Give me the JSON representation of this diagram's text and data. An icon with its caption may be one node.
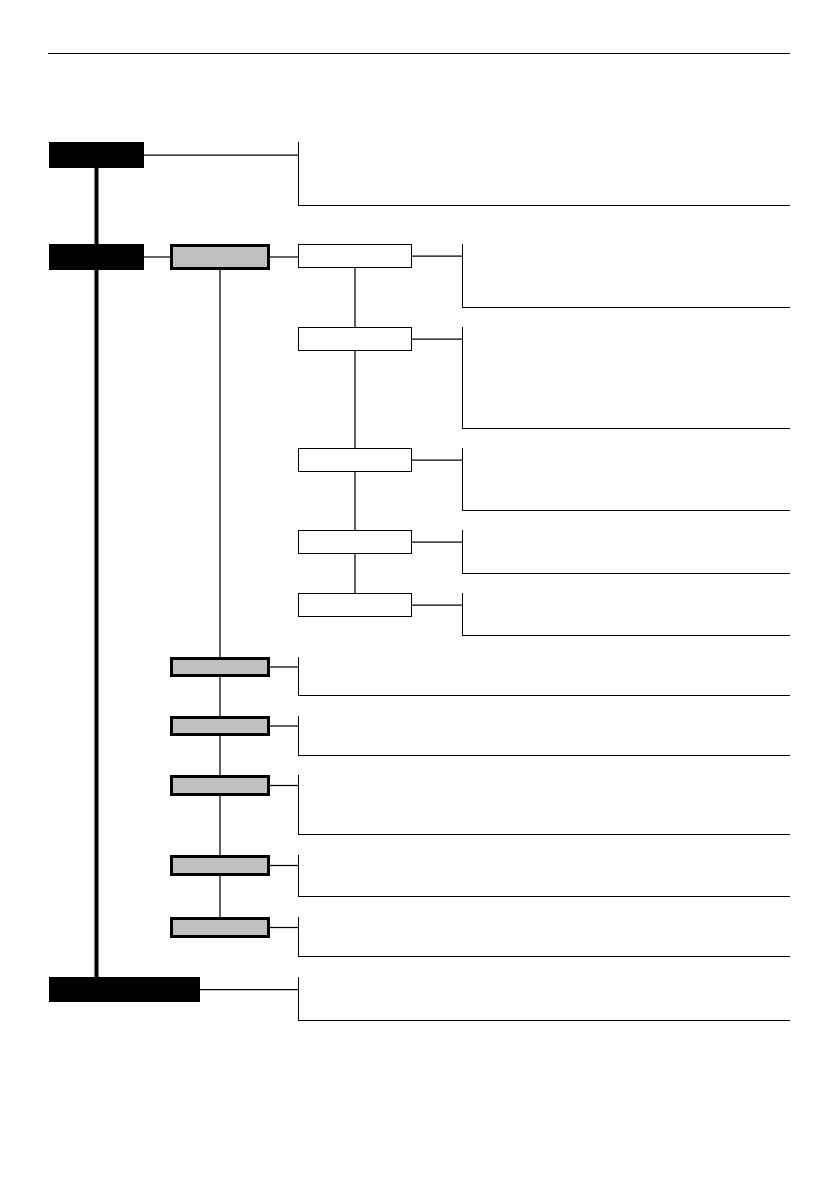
{
  "diagram": {
    "nodes": [
      {
        "text": [],
        "shape": "box"
      },
      {
        "text": [],
        "shape": "bracket"
      },
      {
        "text": [],
        "shape": "box"
      },
      {
        "text": [],
        "shape": "box"
      },
      {
        "text": [],
        "shape": "box"
      },
      {
        "text": [],
        "shape": "bracket"
      },
      {
        "text": [],
        "shape": "box"
      },
      {
        "text": [],
        "shape": "bracket"
      },
      {
        "text": [],
        "shape": "box"
      },
      {
        "text": [],
        "shape": "bracket"
      },
      {
        "text": [],
        "shape": "box"
      },
      {
        "text": [],
        "shape": "bracket"
      },
      {
        "text": [],
        "shape": "box"
      },
      {
        "text": [],
        "shape": "bracket"
      },
      {
        "text": [],
        "shape": "box"
      },
      {
        "text": [],
        "shape": "bracket"
      },
      {
        "text": [],
        "shape": "box"
      },
      {
        "text": [],
        "shape": "bracket"
      },
      {
        "text": [],
        "shape": "box"
      },
      {
        "text": [],
        "shape": "bracket"
      },
      {
        "text": [],
        "shape": "box"
      },
      {
        "text": [],
        "shape": "bracket"
      },
      {
        "text": [],
        "shape": "box"
      },
      {
        "text": [],
        "shape": "bracket"
      },
      {
        "text": [],
        "shape": "box"
      },
      {
        "text": [],
        "shape": "bracket"
      }
    ],
    "edges": [
      {
        "from": 0,
        "to": 1,
        "arrow": "none"
      },
      {
        "from": 0,
        "to": 2,
        "arrow": "none",
        "style": "thick"
      },
      {
        "from": 2,
        "to": 3,
        "arrow": "none"
      },
      {
        "from": 3,
        "to": 4,
        "arrow": "none"
      },
      {
        "from": 4,
        "to": 5,
        "arrow": "none"
      },
      {
        "from": 4,
        "to": 6,
        "arrow": "none"
      },
      {
        "from": 6,
        "to": 7,
        "arrow": "none"
      },
      {
        "from": 6,
        "to": 8,
        "arrow": "none"
      },
      {
        "from": 8,
        "to": 9,
        "arrow": "none"
      },
      {
        "from": 8,
        "to": 10,
        "arrow": "none"
      },
      {
        "from": 10,
        "to": 11,
        "arrow": "none"
      },
      {
        "from": 10,
        "to": 12,
        "arrow": "none"
      },
      {
        "from": 12,
        "to": 13,
        "arrow": "none"
      },
      {
        "from": 3,
        "to": 14,
        "arrow": "none"
      },
      {
        "from": 14,
        "to": 15,
        "arrow": "none"
      },
      {
        "from": 14,
        "to": 16,
        "arrow": "none"
      },
      {
        "from": 16,
        "to": 17,
        "arrow": "none"
      },
      {
        "from": 16,
        "to": 18,
        "arrow": "none"
      },
      {
        "from": 18,
        "to": 19,
        "arrow": "none"
      },
      {
        "from": 18,
        "to": 20,
        "arrow": "none"
      },
      {
        "from": 20,
        "to": 21,
        "arrow": "none"
      },
      {
        "from": 20,
        "to": 22,
        "arrow": "none"
      },
      {
        "from": 22,
        "to": 23,
        "arrow": "none"
      },
      {
        "from": 2,
        "to": 24,
        "arrow": "none",
        "style": "thick"
      },
      {
        "from": 24,
        "to": 25,
        "arrow": "none"
      }
    ]
  }
}
